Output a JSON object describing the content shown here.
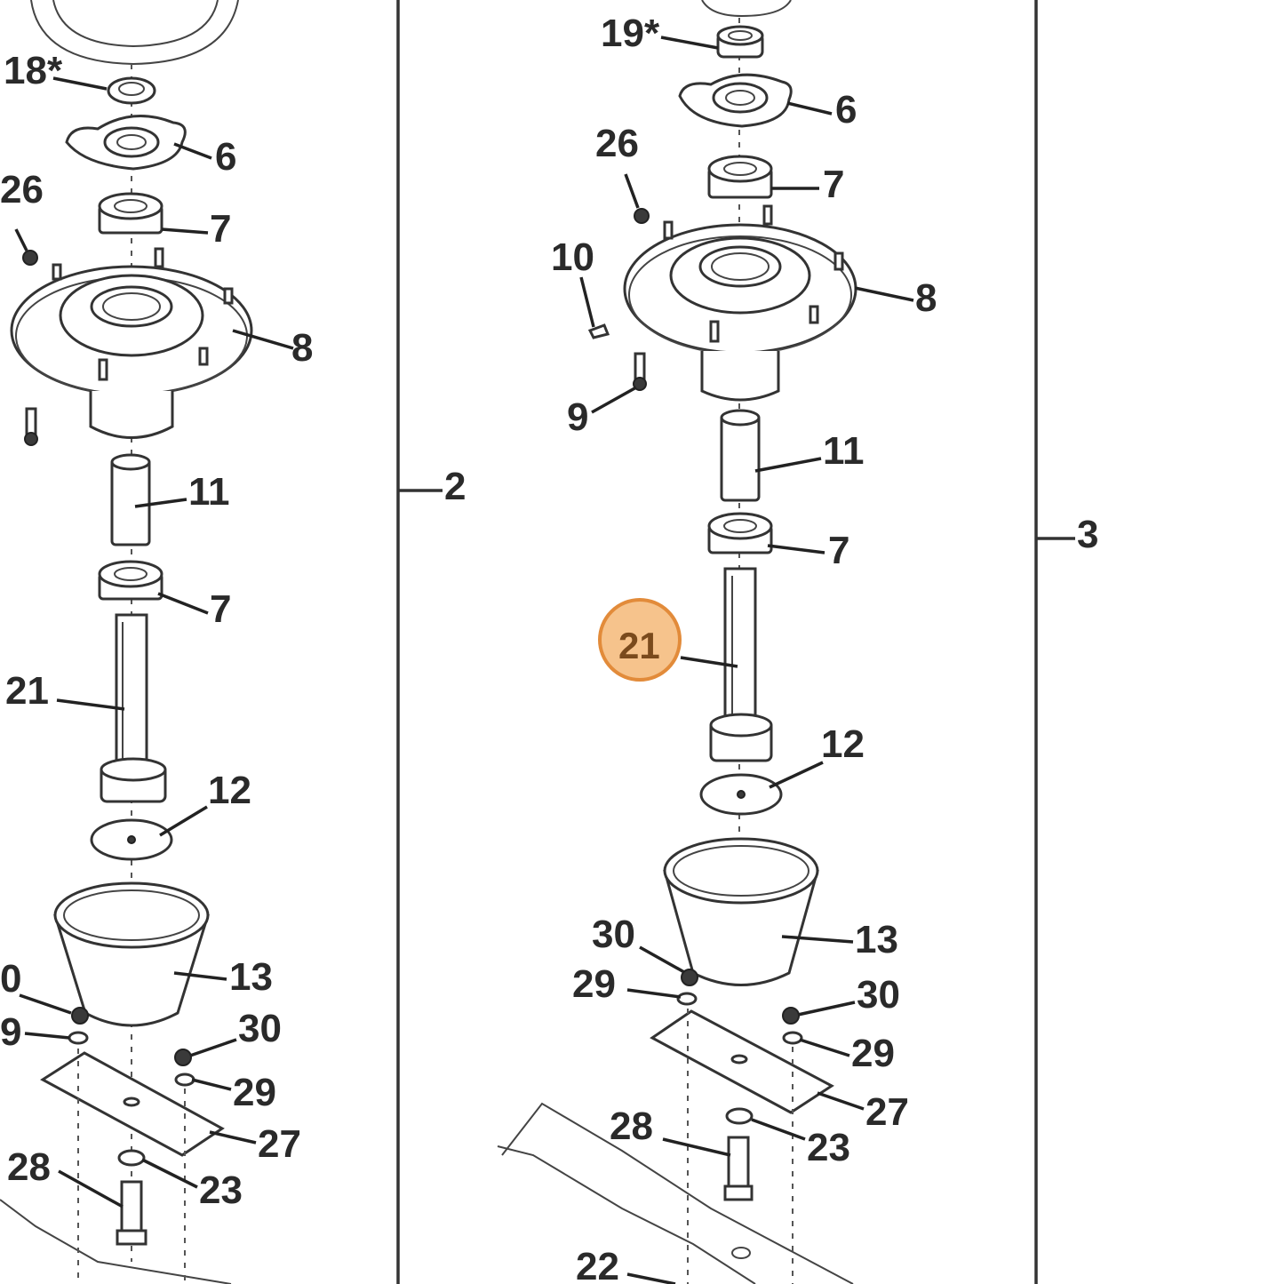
{
  "highlight": {
    "part_number": "21",
    "ring_color": "#e28b3a",
    "fill_color": "#f6c38c"
  },
  "assemblies": [
    {
      "callouts": {
        "c18": "18*",
        "c6": "6",
        "c26": "26",
        "c7a": "7",
        "c8": "8",
        "c11": "11",
        "c7b": "7",
        "c21": "21",
        "c12": "12",
        "c13": "13",
        "c30a": "0",
        "c29a": "9",
        "c30b": "30",
        "c29b": "29",
        "c27": "27",
        "c28": "28",
        "c23": "23"
      }
    },
    {
      "callouts": {
        "c19": "19*",
        "c6": "6",
        "c26": "26",
        "c7a": "7",
        "c10": "10",
        "c8": "8",
        "c9": "9",
        "c11": "11",
        "c7b": "7",
        "c21": "21",
        "c12": "12",
        "c13": "13",
        "c30a": "30",
        "c29a": "29",
        "c30b": "30",
        "c29b": "29",
        "c27": "27",
        "c28": "28",
        "c23": "23",
        "c22": "22"
      }
    }
  ],
  "frame_labels": {
    "left": "2",
    "right": "3"
  }
}
